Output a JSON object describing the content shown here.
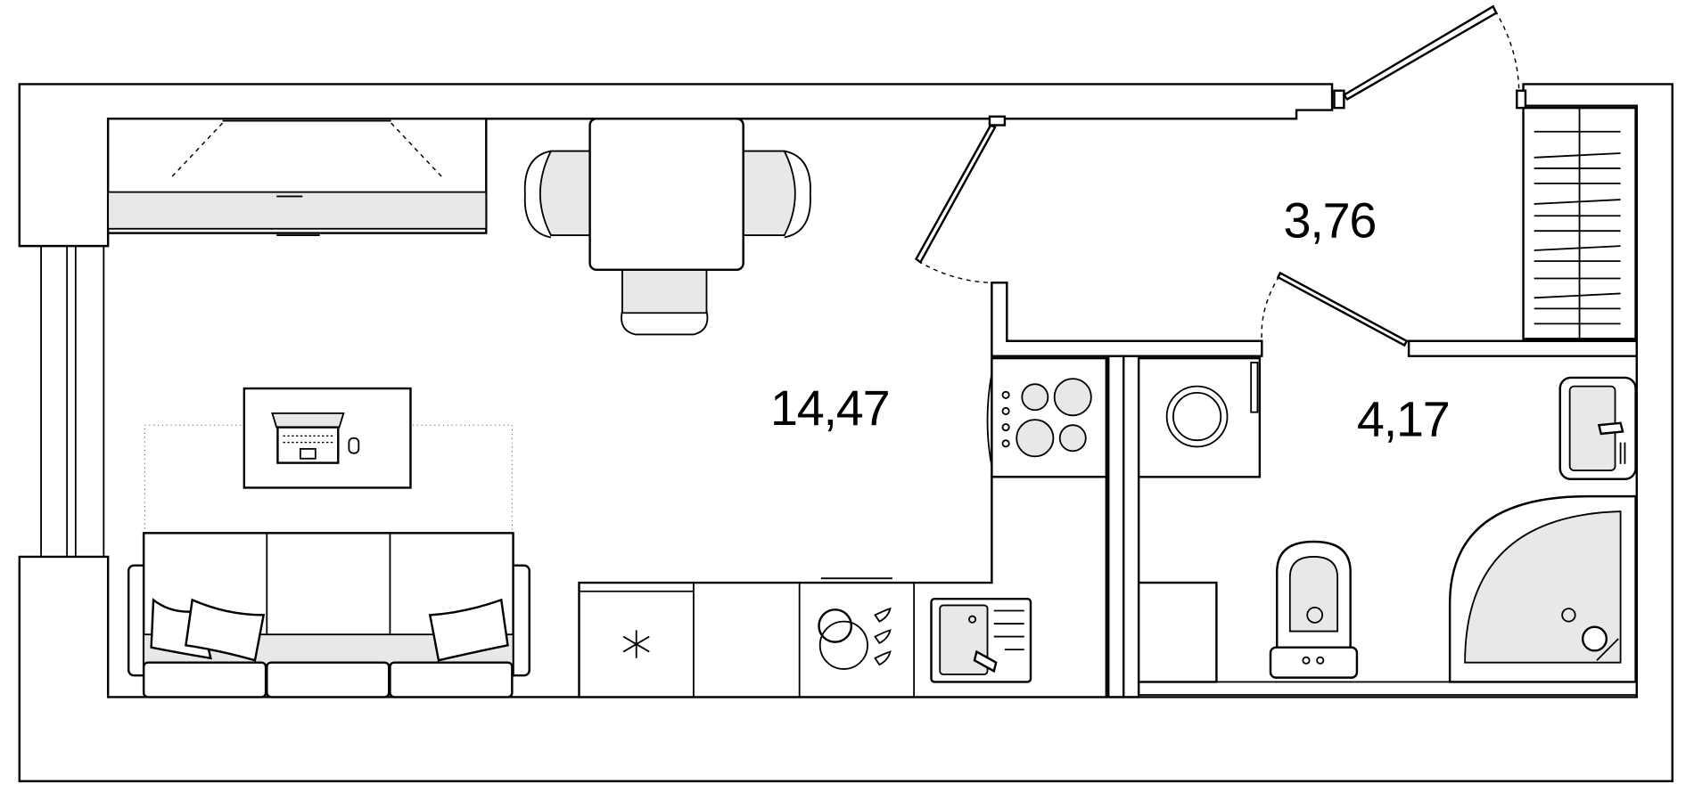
{
  "plan": {
    "rooms": [
      {
        "id": "living-kitchen",
        "area_label": "14,47"
      },
      {
        "id": "hallway",
        "area_label": "3,76"
      },
      {
        "id": "bathroom",
        "area_label": "4,17"
      }
    ]
  }
}
